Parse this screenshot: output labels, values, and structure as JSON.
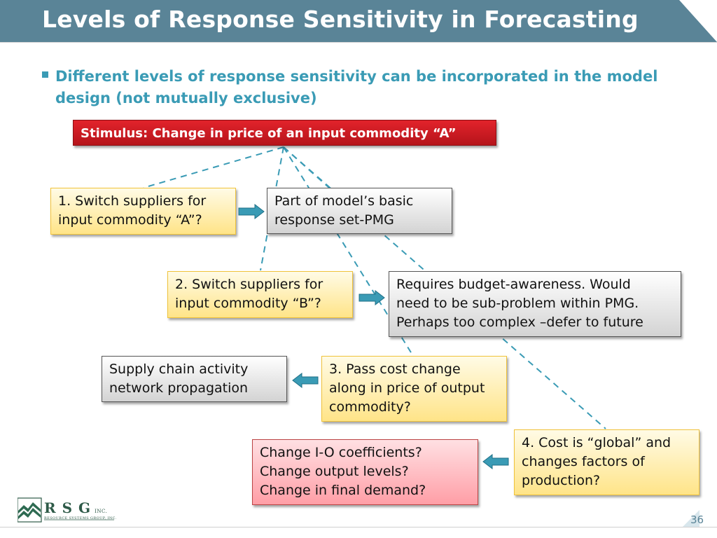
{
  "slide": {
    "title": "Levels of Response Sensitivity in Forecasting",
    "bullet": "Different levels of response sensitivity can be incorporated in the model design (not mutually exclusive)",
    "page_number": "36"
  },
  "stimulus": {
    "label": "Stimulus:  Change in price of an input commodity “A”"
  },
  "options": [
    {
      "lines": [
        "1. Switch suppliers for",
        "input commodity “A”?"
      ],
      "result": [
        "Part of model’s basic",
        "response set-PMG"
      ]
    },
    {
      "lines": [
        "2. Switch suppliers for",
        "input commodity “B”?"
      ],
      "result": [
        "Requires budget-awareness. Would",
        "need to be sub-problem within PMG.",
        "Perhaps too complex –defer to future"
      ]
    },
    {
      "lines": [
        "3. Pass cost change",
        "along in price of output",
        "commodity?"
      ],
      "result": [
        "Supply chain activity",
        "network propagation"
      ]
    },
    {
      "lines": [
        "4. Cost is “global” and",
        "changes factors of",
        "production?"
      ],
      "result": [
        "Change I-O coefficients?",
        "Change output levels?",
        "Change in final demand?"
      ]
    }
  ],
  "logo": {
    "letters": "R S G",
    "inc": "INC.",
    "company": "RESOURCE SYSTEMS GROUP, INC."
  },
  "colors": {
    "header": "#5a8497",
    "bullet_text": "#3a9bb5",
    "stimulus": "#c8161d",
    "arrow": "#3a9bb5",
    "connector": "#3a9bb5"
  }
}
